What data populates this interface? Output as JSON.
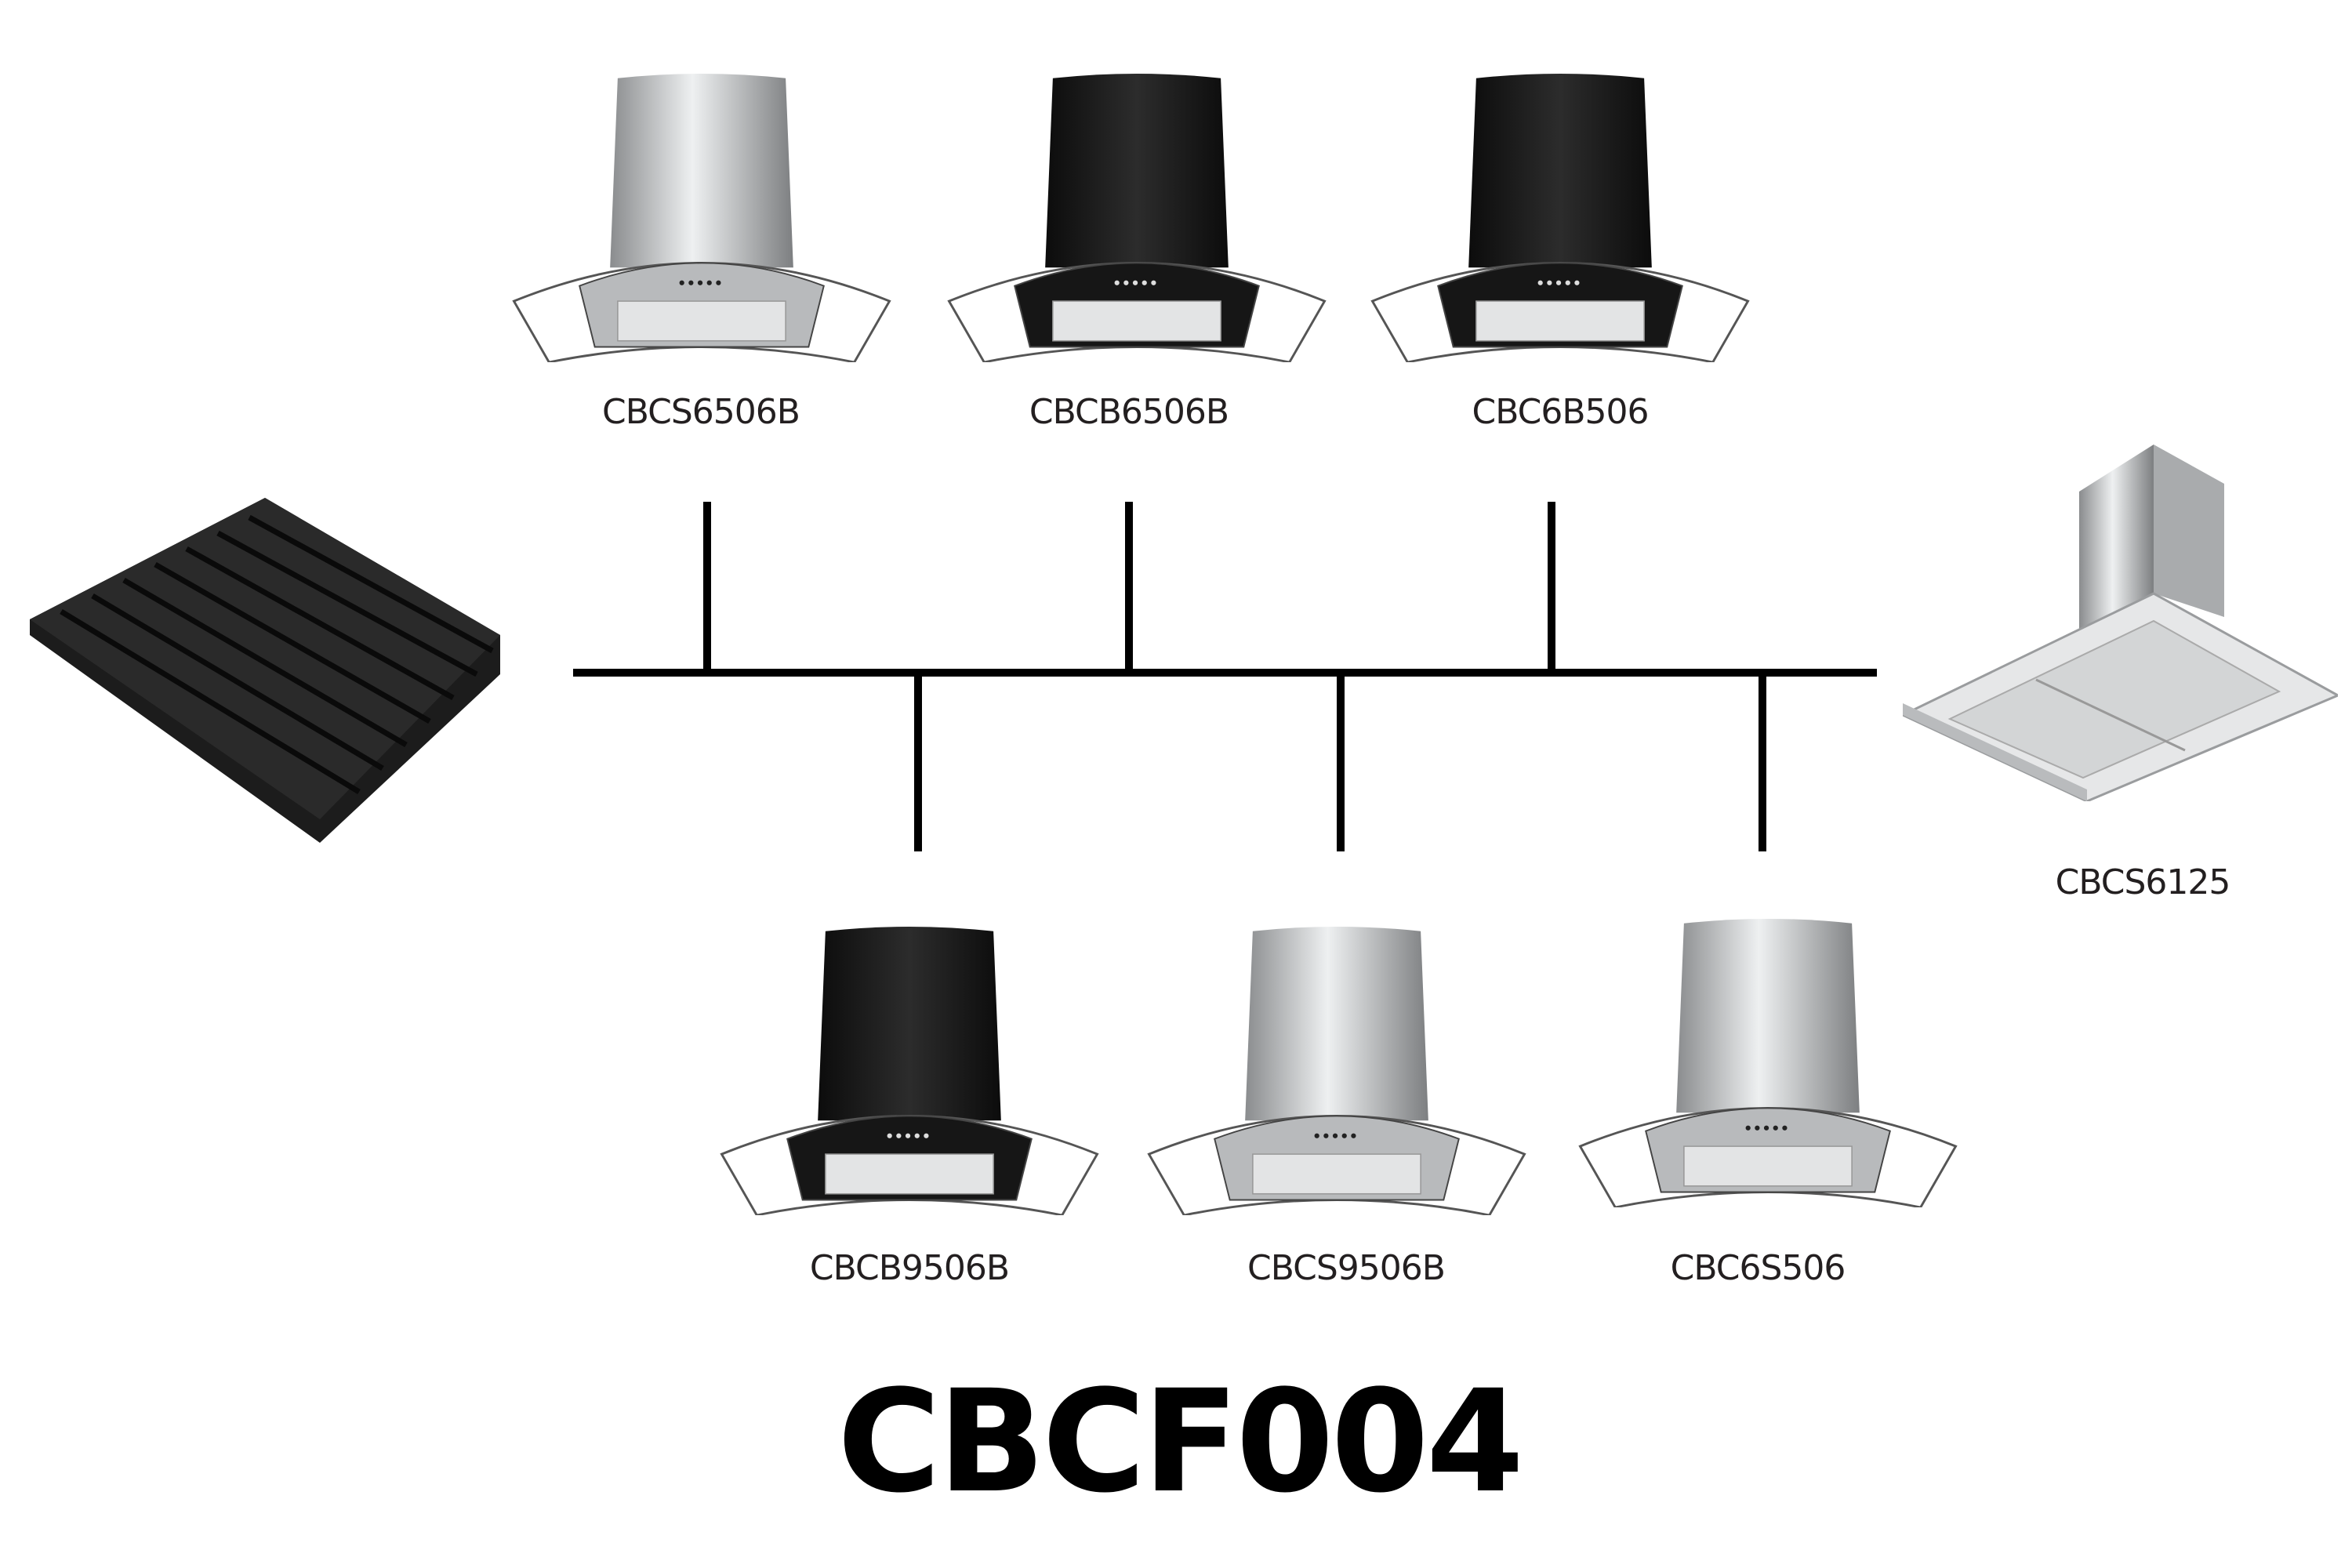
{
  "title": "CBCF004",
  "products": {
    "top": [
      {
        "model": "CBCS6506B",
        "finish": "stainless"
      },
      {
        "model": "CBCB6506B",
        "finish": "black"
      },
      {
        "model": "CBC6B506",
        "finish": "black"
      }
    ],
    "bottom": [
      {
        "model": "CBCB9506B",
        "finish": "black"
      },
      {
        "model": "CBCS9506B",
        "finish": "stainless"
      },
      {
        "model": "CBC6S506",
        "finish": "stainless"
      }
    ],
    "right": {
      "model": "CBCS6125",
      "finish": "stainless"
    }
  },
  "colors": {
    "black": "#1a1a1a",
    "stainless": "#c4c6c8",
    "line": "#000000"
  }
}
